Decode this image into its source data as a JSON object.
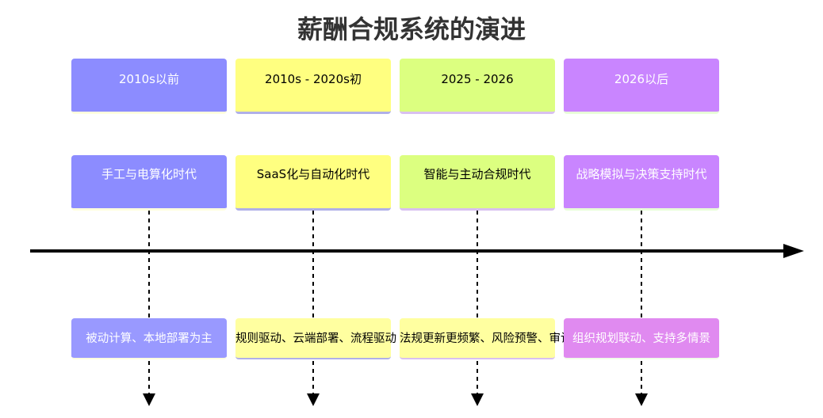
{
  "title": "薪酬合规系统的演进",
  "periods": [
    "2010s以前",
    "2010s - 2020s初",
    "2025 - 2026",
    "2026以后"
  ],
  "eras": [
    "手工与电算化时代",
    "SaaS化与自动化时代",
    "智能与主动合规时代",
    "战略模拟与决策支持时代"
  ],
  "details": [
    "被动计算、本地部署为主",
    "规则驱动、云端部署、流程驱动",
    "法规更新更频繁、风险预警、审计就绪",
    "组织规划联动、支持多情景"
  ],
  "colors": {
    "col1": "#8c8cff",
    "col2": "#ffff80",
    "col3": "#dcff80",
    "col4": "#c985ff",
    "axis": "#000000"
  }
}
